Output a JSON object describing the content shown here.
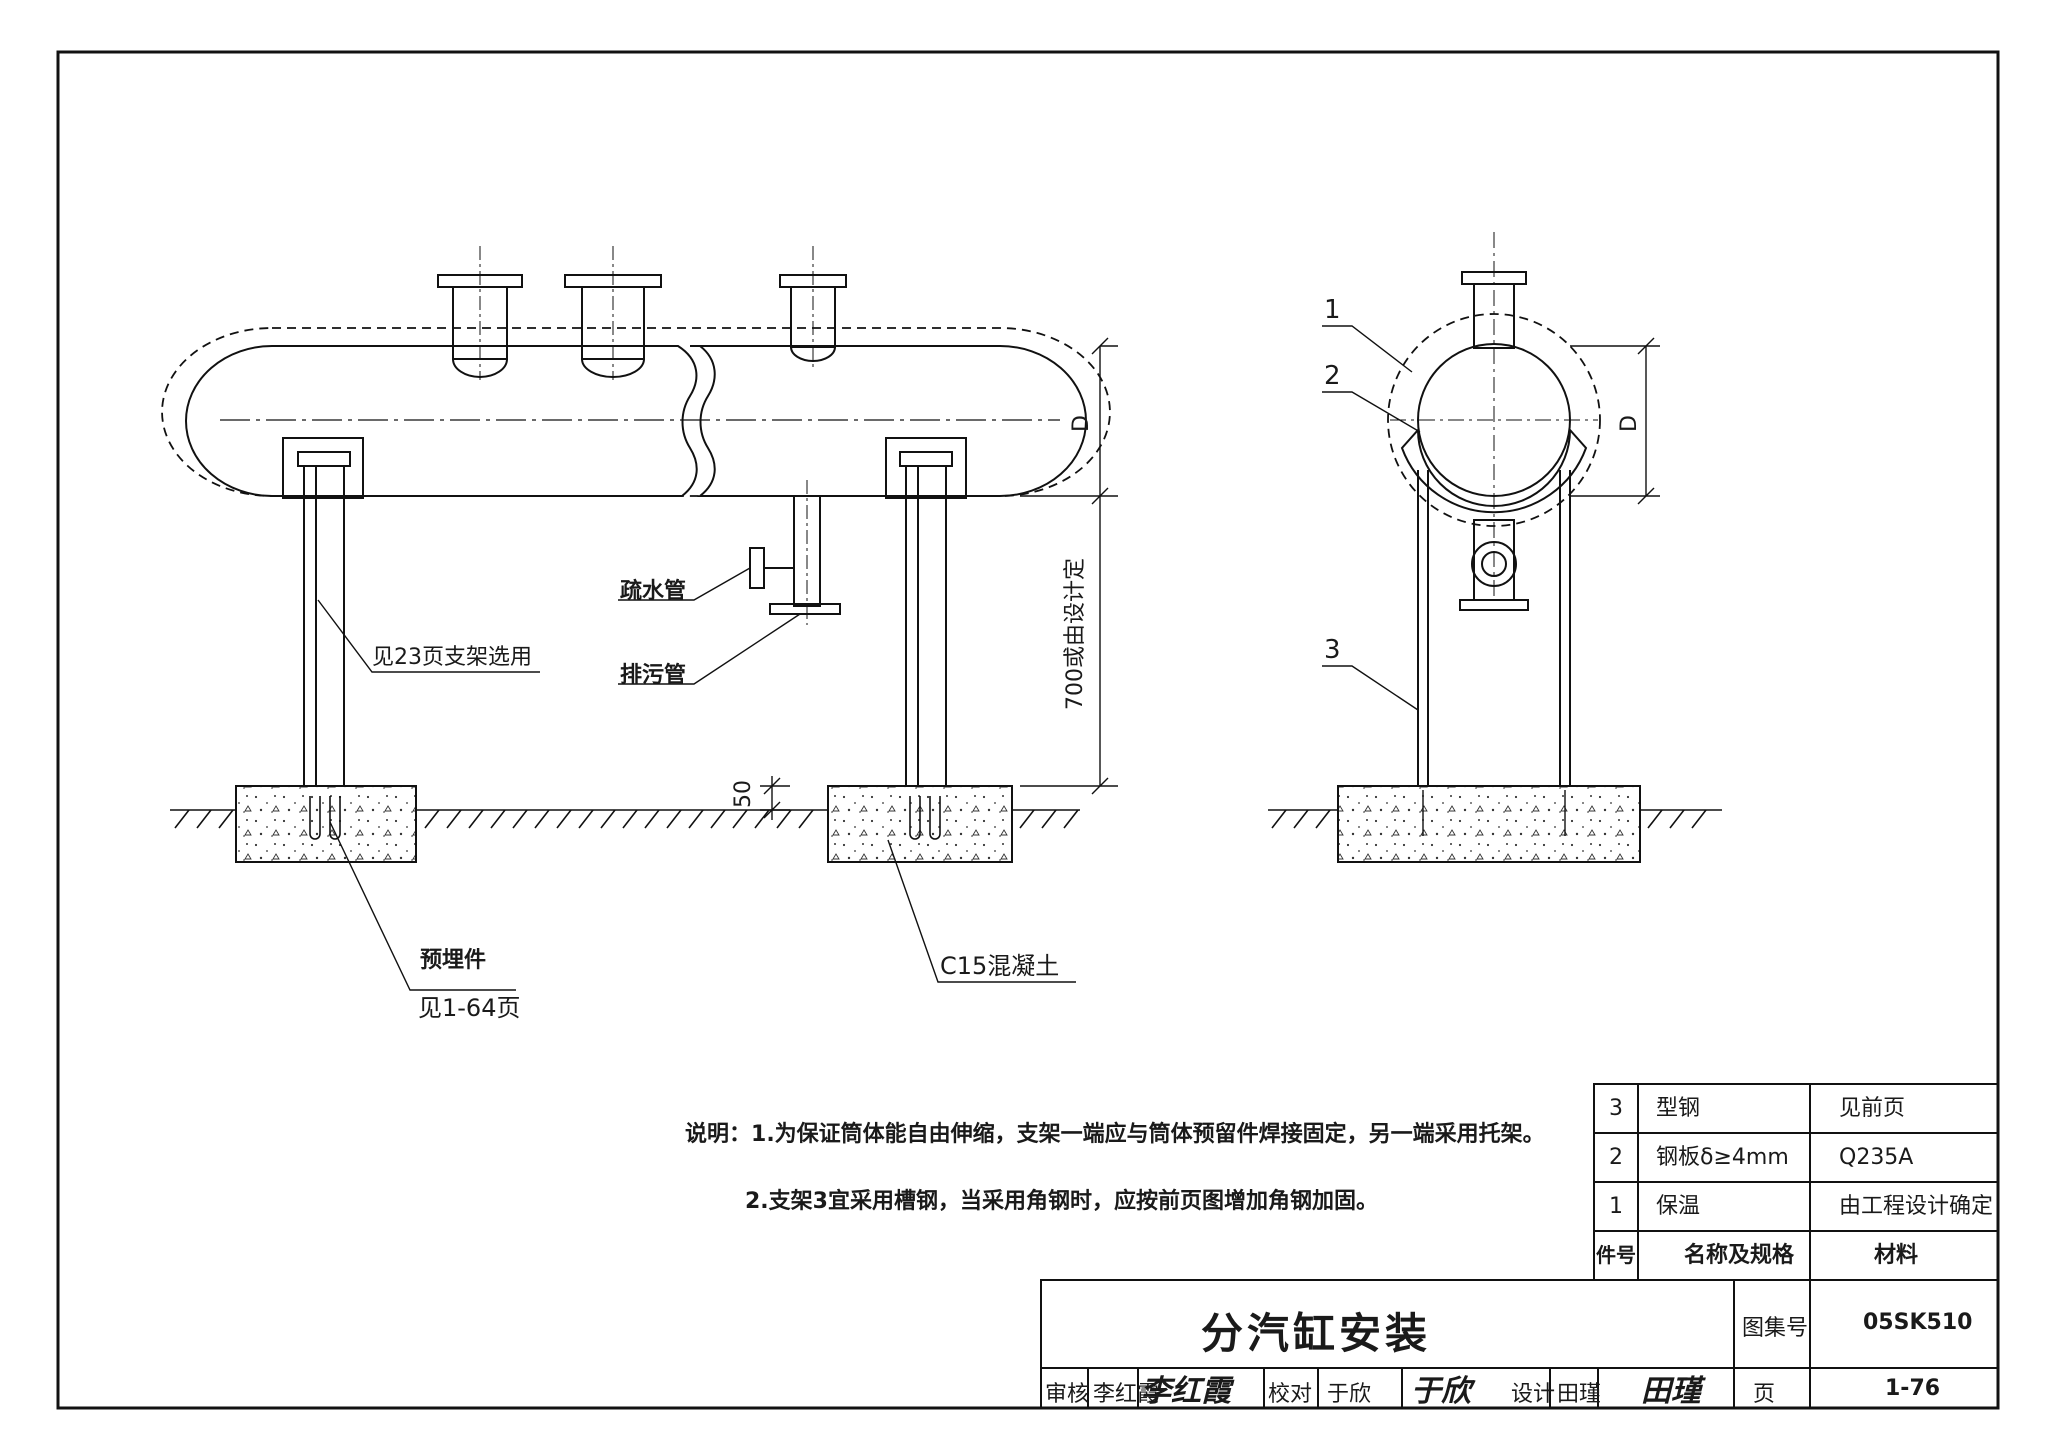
{
  "drawing": {
    "callouts": {
      "drain_pipe": "疏水管",
      "blowdown_pipe": "排污管",
      "support_ref": "见23页支架选用",
      "embedded_part": "预埋件",
      "embedded_ref": "见1-64页",
      "concrete": "C15混凝土",
      "dim_height": "700或由设计定",
      "dim_50": "50",
      "dim_d_front": "D",
      "dim_d_side": "D",
      "part_1": "1",
      "part_2": "2",
      "part_3": "3"
    }
  },
  "notes": {
    "prefix": "说明：",
    "line1": "1.为保证筒体能自由伸缩，支架一端应与筒体预留件焊接固定，另一端采用托架。",
    "line2": "2.支架3宜采用槽钢，当采用角钢时，应按前页图增加角钢加固。"
  },
  "bom": {
    "rows": [
      {
        "no": "3",
        "name": "型钢",
        "material": "见前页"
      },
      {
        "no": "2",
        "name": "钢板δ≥4mm",
        "material": "Q235A"
      },
      {
        "no": "1",
        "name": "保温",
        "material": "由工程设计确定"
      }
    ],
    "header": {
      "no": "件号",
      "name": "名称及规格",
      "material": "材料"
    }
  },
  "title_block": {
    "title": "分汽缸安装",
    "atlas_label": "图集号",
    "atlas_no": "05SK510",
    "review_label": "审核",
    "reviewer": "李红霞",
    "reviewer_sig": "李红霞",
    "check_label": "校对",
    "checker": "于欣",
    "checker_sig": "于欣",
    "design_label": "设计",
    "designer": "田瑾",
    "designer_sig": "田瑾",
    "page_label": "页",
    "page_no": "1-76"
  }
}
